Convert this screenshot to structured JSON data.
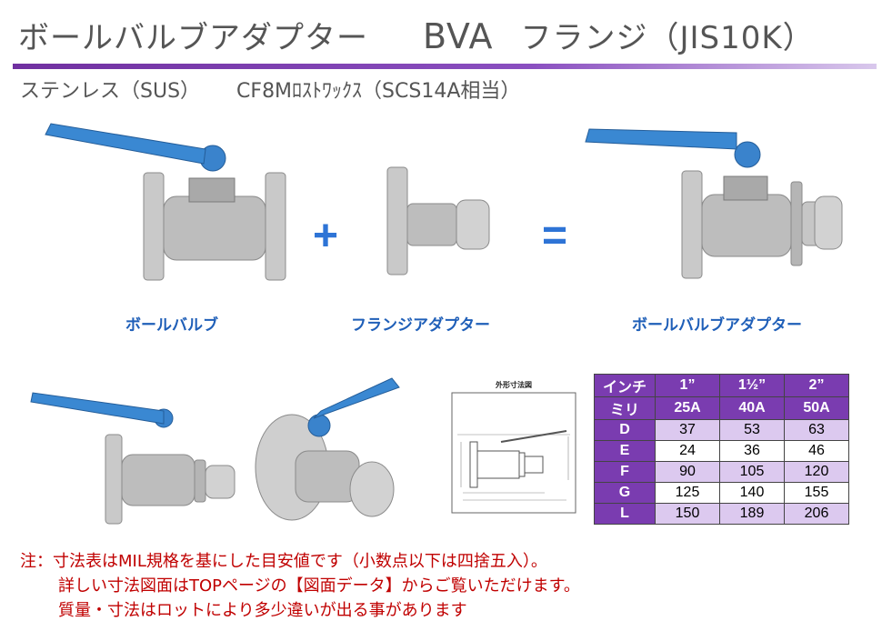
{
  "title": {
    "main": "ボールバルブアダプター",
    "code": "BVA",
    "sub": "フランジ（JIS10K）"
  },
  "subtitle": {
    "material1": "ステンレス（SUS）",
    "material2": "CF8Mﾛｽﾄﾜｯｸｽ（SCS14A相当）"
  },
  "combo": {
    "plus": "+",
    "equals": "=",
    "label_valve": "ボールバルブ",
    "label_adapter": "フランジアダプター",
    "label_result": "ボールバルブアダプター"
  },
  "drawing": {
    "title": "外形寸法図"
  },
  "colors": {
    "accent": "#7030a0",
    "label_blue": "#1f5fb8",
    "note_red": "#c00000"
  },
  "table": {
    "header_inch": {
      "label": "インチ",
      "values": [
        "1”",
        "1½”",
        "2”"
      ]
    },
    "header_mm": {
      "label": "ミリ",
      "values": [
        "25A",
        "40A",
        "50A"
      ]
    },
    "rows": [
      {
        "label": "D",
        "values": [
          "37",
          "53",
          "63"
        ]
      },
      {
        "label": "E",
        "values": [
          "24",
          "36",
          "46"
        ]
      },
      {
        "label": "F",
        "values": [
          "90",
          "105",
          "120"
        ]
      },
      {
        "label": "G",
        "values": [
          "125",
          "140",
          "155"
        ]
      },
      {
        "label": "L",
        "values": [
          "150",
          "189",
          "206"
        ]
      }
    ]
  },
  "notes": {
    "line1": "注：寸法表はMIL規格を基にした目安値です（小数点以下は四捨五入）。",
    "line2": "詳しい寸法図面はTOPページの【図面データ】からご覧いただけます。",
    "line3": "質量・寸法はロットにより多少違いが出る事があります"
  }
}
